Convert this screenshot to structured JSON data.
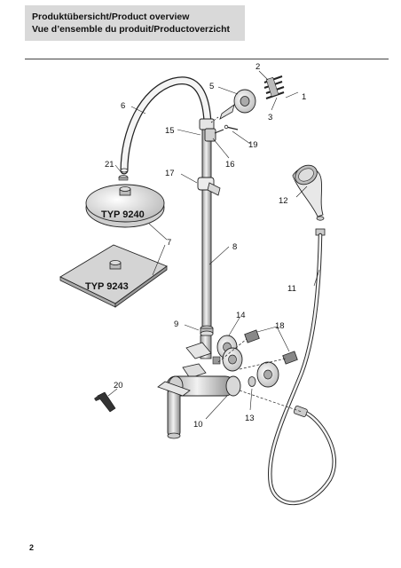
{
  "header": {
    "line1": "Produktübersicht/Product overview",
    "line2": "Vue d’ensemble du produit/Productoverzicht"
  },
  "diagram": {
    "type_labels": [
      "TYP 9240",
      "TYP 9243"
    ],
    "callouts": [
      "1",
      "2",
      "3",
      "5",
      "6",
      "7",
      "8",
      "9",
      "10",
      "11",
      "12",
      "13",
      "14",
      "15",
      "16",
      "17",
      "18",
      "19",
      "20",
      "21"
    ]
  },
  "page_number": "2"
}
